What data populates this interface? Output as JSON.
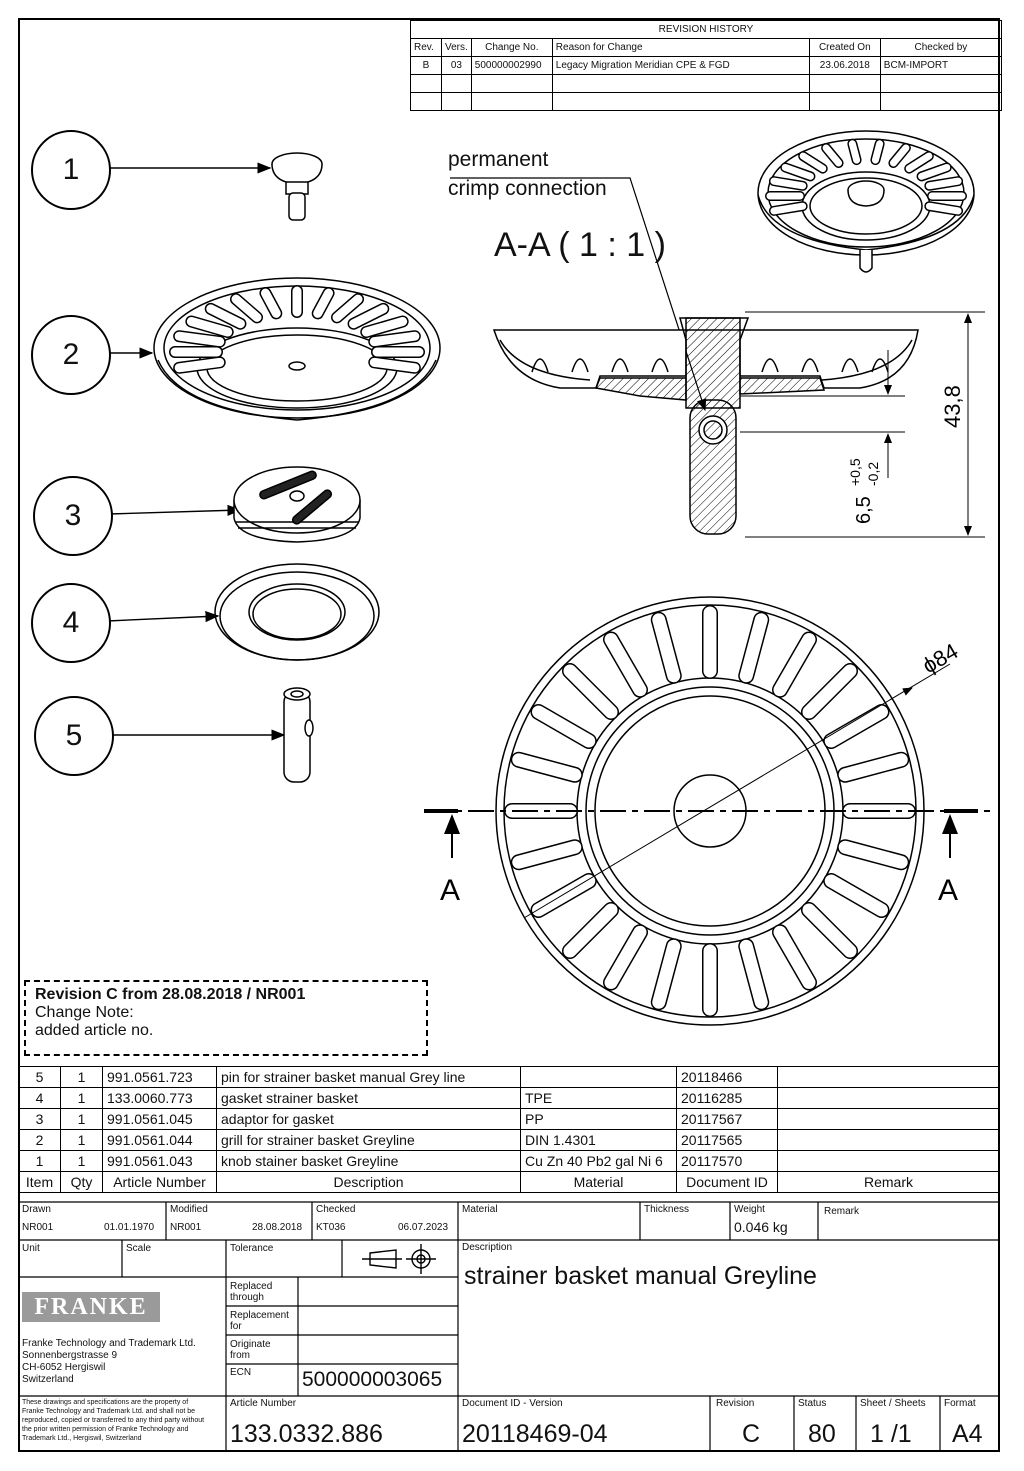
{
  "revision_history": {
    "title": "REVISION HISTORY",
    "headers": [
      "Rev.",
      "Vers.",
      "Change No.",
      "Reason for Change",
      "Created On",
      "Checked by"
    ],
    "rows": [
      [
        "B",
        "03",
        "500000002990",
        "Legacy Migration Meridian CPE & FGD",
        "23.06.2018",
        "BCM-IMPORT"
      ]
    ]
  },
  "drawing": {
    "callouts": [
      "1",
      "2",
      "3",
      "4",
      "5"
    ],
    "crimp_note": [
      "permanent",
      "crimp connection"
    ],
    "section_title": "A-A ( 1 : 1 )",
    "dim_height": "43,8",
    "dim_pin": "6,5",
    "dim_pin_tol_upper": "+0,5",
    "dim_pin_tol_lower": "-0,2",
    "dim_diameter": "ϕ84",
    "section_marker": "A"
  },
  "revision_note": {
    "title": "Revision C from 28.08.2018 / NR001",
    "line1": "Change Note:",
    "line2": "added article no."
  },
  "bom": {
    "rows": [
      [
        "5",
        "1",
        "991.0561.723",
        "pin for strainer basket manual Grey line",
        "",
        "20118466",
        ""
      ],
      [
        "4",
        "1",
        "133.0060.773",
        "gasket strainer basket",
        "TPE",
        "20116285",
        ""
      ],
      [
        "3",
        "1",
        "991.0561.045",
        "adaptor for gasket",
        "PP",
        "20117567",
        ""
      ],
      [
        "2",
        "1",
        "991.0561.044",
        "grill for strainer basket Greyline",
        "DIN 1.4301",
        "20117565",
        ""
      ],
      [
        "1",
        "1",
        "991.0561.043",
        "knob stainer basket Greyline",
        "Cu Zn 40 Pb2 gal Ni 6",
        "20117570",
        ""
      ]
    ],
    "headers": [
      "Item",
      "Qty",
      "Article Number",
      "Description",
      "Material",
      "Document ID",
      "Remark"
    ]
  },
  "title_block": {
    "drawn_label": "Drawn",
    "drawn_by": "NR001",
    "drawn_date": "01.01.1970",
    "modified_label": "Modified",
    "modified_by": "NR001",
    "modified_date": "28.08.2018",
    "checked_label": "Checked",
    "checked_by": "KT036",
    "checked_date": "06.07.2023",
    "material_label": "Material",
    "thickness_label": "Thickness",
    "weight_label": "Weight",
    "weight": "0.046 kg",
    "remark_label": "Remark",
    "unit_label": "Unit",
    "scale_label": "Scale",
    "tolerance_label": "Tolerance",
    "description_label": "Description",
    "description": "strainer basket manual Greyline",
    "logo": "FRANKE",
    "company": [
      "Franke Technology and Trademark Ltd.",
      "Sonnenbergstrasse 9",
      "CH-6052 Hergiswil",
      "Switzerland"
    ],
    "replaced_label": [
      "Replaced",
      "through"
    ],
    "replacement_label": [
      "Replacement",
      "for"
    ],
    "originate_label": [
      "Originate",
      "from"
    ],
    "ecn_label": "ECN",
    "ecn": "500000003065",
    "legal": [
      "These drawings and specifications are the property of",
      "Franke Technology and Trademark Ltd. and shall not be",
      "reproduced, copied or transferred to any third party without",
      "the prior written permission of Franke Technology and",
      "Trademark Ltd., Hergiswil, Switzerland"
    ],
    "article_label": "Article Number",
    "article": "133.0332.886",
    "docid_label": "Document ID - Version",
    "docid": "20118469-04",
    "revision_label": "Revision",
    "revision": "C",
    "status_label": "Status",
    "status": "80",
    "sheet_label": "Sheet / Sheets",
    "sheet": "1 /1",
    "format_label": "Format",
    "format": "A4"
  }
}
